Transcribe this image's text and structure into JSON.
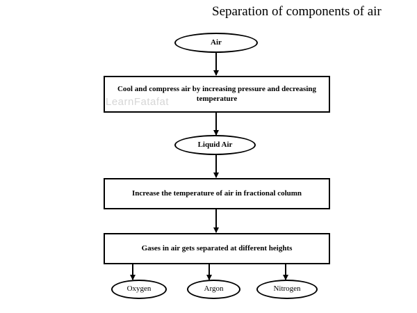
{
  "title": "Separation of components of air",
  "watermark": "LearnFatafat",
  "nodes": {
    "air": "Air",
    "cool_compress": "Cool and compress air by increasing pressure and decreasing temperature",
    "liquid_air": "Liquid Air",
    "increase_temp": "Increase the temperature of air in fractional column",
    "gases_separated": "Gases in air gets separated at different heights",
    "oxygen": "Oxygen",
    "argon": "Argon",
    "nitrogen": "Nitrogen"
  },
  "colors": {
    "stroke": "#000000",
    "background": "#ffffff",
    "watermark": "#d6d6d6"
  }
}
